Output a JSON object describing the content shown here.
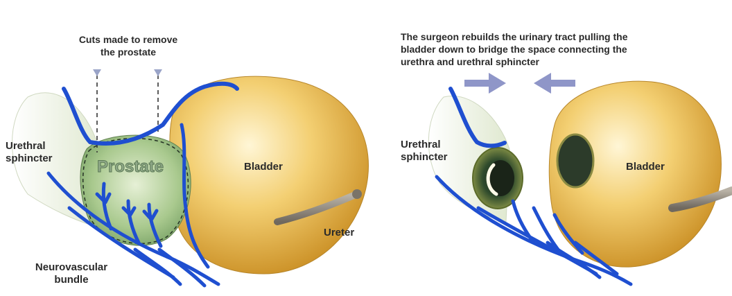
{
  "left_panel": {
    "cuts_caption": "Cuts made to remove\nthe prostate",
    "urethral_sphincter": "Urethral\nsphincter",
    "prostate": "Prostate",
    "bladder": "Bladder",
    "ureter": "Ureter",
    "neurovascular_bundle": "Neurovascular\nbundle"
  },
  "right_panel": {
    "caption": "The surgeon rebuilds the urinary tract pulling the\nbladder down to bridge the space connecting the\nurethra and urethral sphincter",
    "urethral_sphincter": "Urethral\nsphincter",
    "bladder": "Bladder"
  },
  "colors": {
    "bladder": "#e8b84a",
    "vessel": "#1f4fd0",
    "prostate": "#8fb87a",
    "sphincter": "#e7eedc",
    "arrow": "#8f96c8",
    "ureter": "#8c8478"
  }
}
